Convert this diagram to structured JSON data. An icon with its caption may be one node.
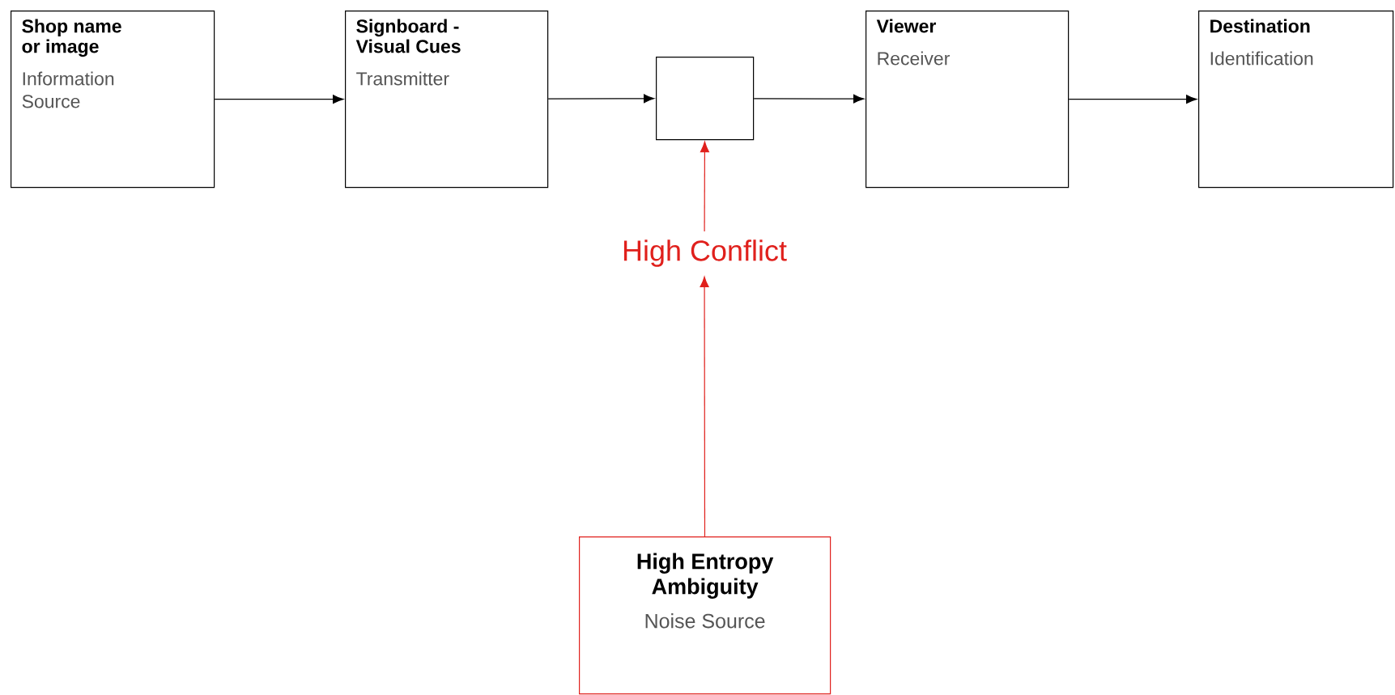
{
  "diagram": {
    "nodes": [
      {
        "text": [
          "Shop name or image",
          "Information Source"
        ]
      },
      {
        "text": [
          "Signboard - Visual Cues",
          "Transmitter"
        ]
      },
      {
        "text": [],
        "shape": "box"
      },
      {
        "text": [
          "Viewer",
          "Receiver"
        ]
      },
      {
        "text": [
          "Destination",
          "Identification"
        ]
      },
      {
        "text": [
          "High Conflict"
        ]
      },
      {
        "text": [
          "High Entropy Ambiguity",
          "Noise Source"
        ]
      }
    ],
    "edges": [
      {
        "from": 0,
        "to": 1,
        "arrow": "to"
      },
      {
        "from": 1,
        "to": 2,
        "arrow": "to"
      },
      {
        "from": 2,
        "to": 3,
        "arrow": "to"
      },
      {
        "from": 3,
        "to": 4,
        "arrow": "to"
      },
      {
        "from": 5,
        "to": 2,
        "arrow": "to",
        "color": "#e0201c"
      },
      {
        "from": 6,
        "to": 5,
        "arrow": "to",
        "color": "#e0201c"
      }
    ]
  }
}
